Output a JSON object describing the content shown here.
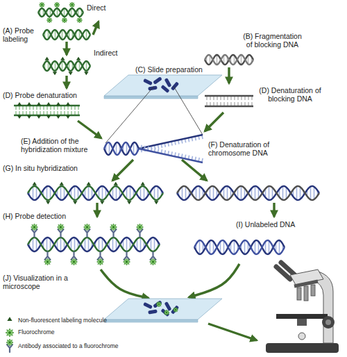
{
  "diagram": {
    "labels": [
      "Direct",
      "(A) Probe labeling",
      "(B) Fragmentation of blocking DNA",
      "Indirect",
      "(C) Slide preparation",
      "(D) Probe denaturation",
      "(D) Denaturation of blocking DNA",
      "(E) Addition of the hybridization mixture",
      "(F) Denaturation of chromosome DNA",
      "(G) In situ hybridization",
      "(H) Probe detection",
      "(I) Unlabeled DNA",
      "(J) Visualization in a microscope"
    ],
    "legend": [
      {
        "text": "Non-fluorescent labeling molecule"
      },
      {
        "text": "Fluorochrome"
      },
      {
        "text": "Antibody associated to a fluorochrome"
      }
    ]
  }
}
